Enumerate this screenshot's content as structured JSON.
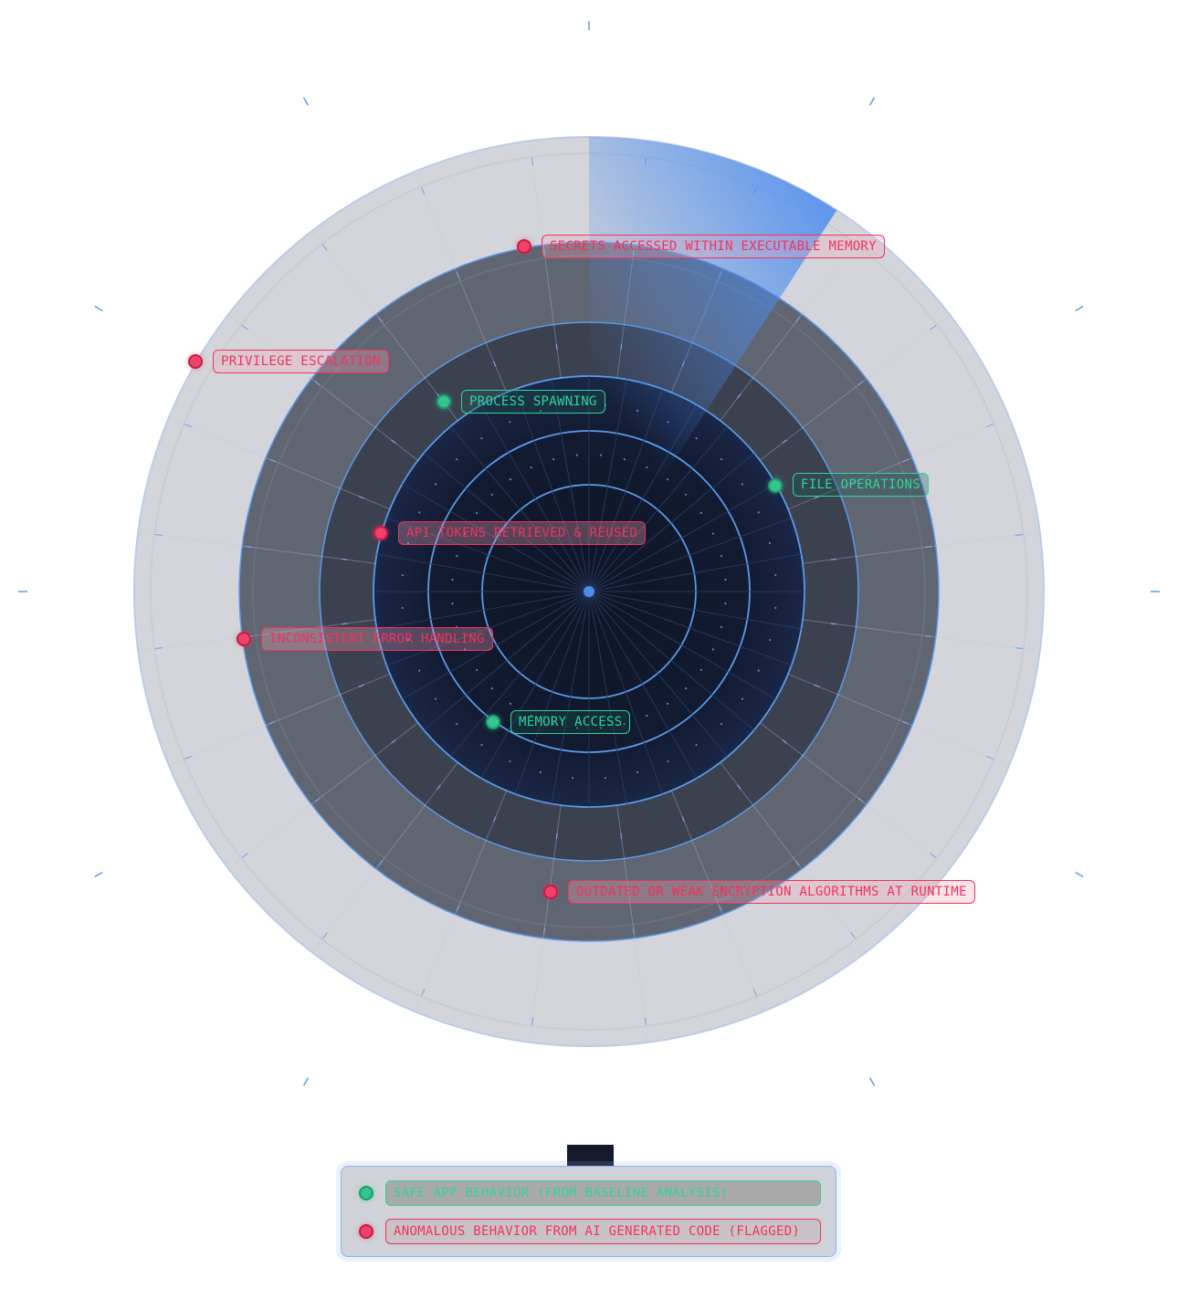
{
  "colors": {
    "safe": "#2fd39d",
    "anomalous": "#f0335f",
    "accent": "#4a8cf0",
    "core": "#0f1526"
  },
  "behaviors": [
    {
      "label": "SECRETS ACCESSED WITHIN EXECUTABLE MEMORY",
      "status": "anomalous"
    },
    {
      "label": "PRIVILEGE ESCALATION",
      "status": "anomalous"
    },
    {
      "label": "PROCESS SPAWNING",
      "status": "safe"
    },
    {
      "label": "FILE OPERATIONS",
      "status": "safe"
    },
    {
      "label": "API TOKENS RETRIEVED & REUSED",
      "status": "anomalous"
    },
    {
      "label": "INCONSISTENT ERROR HANDLING",
      "status": "anomalous"
    },
    {
      "label": "MEMORY ACCESS",
      "status": "safe"
    },
    {
      "label": "OUTDATED OR WEAK ENCRYPTION ALGORITHMS AT RUNTIME",
      "status": "anomalous"
    }
  ],
  "legend": {
    "safe_label": "SAFE APP BEHAVIOR (FROM BASELINE ANALYSIS)",
    "anomalous_label": "ANOMALOUS BEHAVIOR FROM AI GENERATED CODE (FLAGGED)"
  }
}
